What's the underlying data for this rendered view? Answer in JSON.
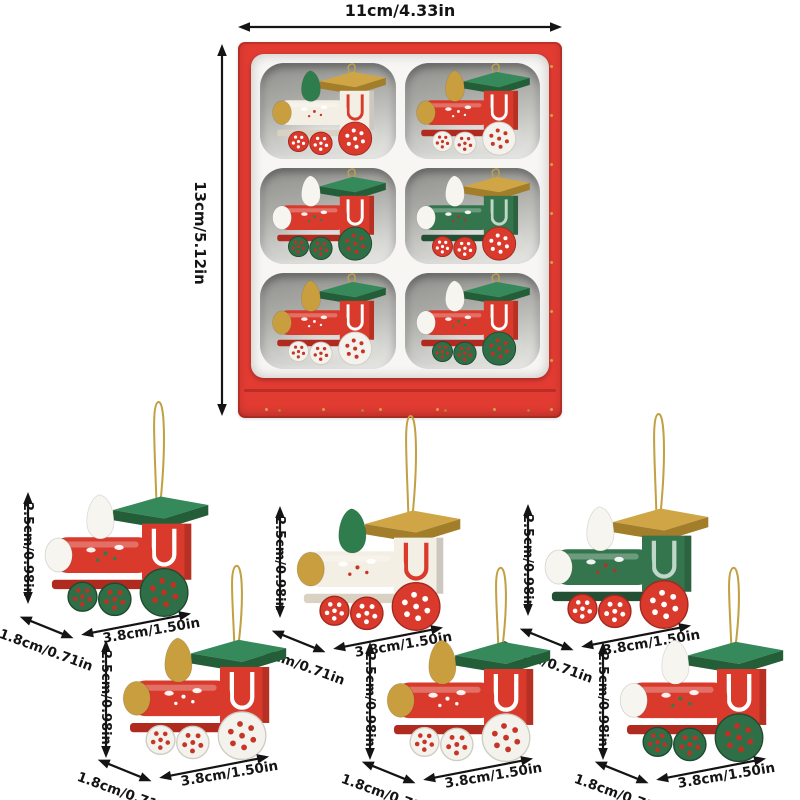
{
  "box": {
    "width_label": "11cm/4.33in",
    "height_label": "13cm/5.12in",
    "slots": [
      {
        "scheme": "white_gold"
      },
      {
        "scheme": "red_gold_white"
      },
      {
        "scheme": "red_white_green"
      },
      {
        "scheme": "green_gold"
      },
      {
        "scheme": "red_gold_white"
      },
      {
        "scheme": "red_white_green"
      }
    ]
  },
  "ornament_dimensions": {
    "height_label": "2.5cm/0.98in",
    "depth_label": "1.8cm/0.71in",
    "length_label": "3.8cm/1.50in"
  },
  "bottom_trains": [
    {
      "scheme": "red_white_green"
    },
    {
      "scheme": "white_gold"
    },
    {
      "scheme": "green_gold"
    },
    {
      "scheme": "red_gold_white"
    },
    {
      "scheme": "red_gold_white"
    },
    {
      "scheme": "red_white_green"
    }
  ],
  "schemes": {
    "red_white_green": {
      "body": "#d93a2c",
      "dark": "#b02a20",
      "chimney": "#f7f5f0",
      "roof": "#35895a",
      "roofDark": "#235e38",
      "wheel": "#2f6f47",
      "wheelDark": "#20492f",
      "dot": "#c23023",
      "nose": "#f7f5f0",
      "stripe": "#ffffff",
      "deco": "#2f7d4c"
    },
    "white_gold": {
      "body": "#f4efe4",
      "dark": "#d9d2c2",
      "chimney": "#2f7d4c",
      "roof": "#d0a546",
      "roofDark": "#a37e2a",
      "wheel": "#d93a2c",
      "wheelDark": "#a2281e",
      "dot": "#ffffff",
      "nose": "#c99e3e",
      "stripe": "#d93a2c",
      "deco": "#c63527"
    },
    "green_gold": {
      "body": "#35754d",
      "dark": "#234f35",
      "chimney": "#f7f5f0",
      "roof": "#d0a546",
      "roofDark": "#a37e2a",
      "wheel": "#d93a2c",
      "wheelDark": "#a2281e",
      "dot": "#ffffff",
      "nose": "#f7f5f0",
      "stripe": "#bed7c8",
      "deco": "#b33327"
    },
    "red_gold_white": {
      "body": "#d93a2c",
      "dark": "#b02a20",
      "chimney": "#c99e3e",
      "roof": "#35895a",
      "roofDark": "#235e38",
      "wheel": "#f4f2ed",
      "wheelDark": "#cfccc2",
      "dot": "#c63527",
      "nose": "#c99e3e",
      "stripe": "#ffffff",
      "deco": "#ffffff"
    }
  },
  "colors": {
    "box_red": "#e13b32",
    "string_gold": "#c2a145",
    "arrow_black": "#141414"
  }
}
